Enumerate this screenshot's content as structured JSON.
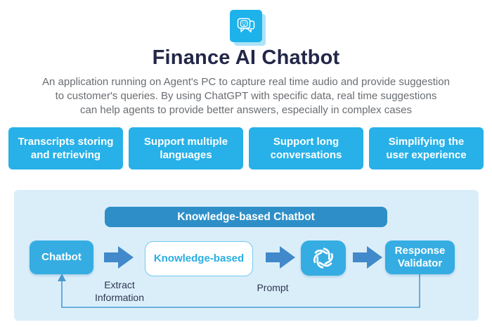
{
  "header": {
    "icon": "chat-bubbles-icon",
    "title": "Finance AI Chatbot",
    "description_lines": [
      "An application running on Agent's PC to capture real time audio and provide suggestion",
      "to customer's queries. By using ChatGPT with specific data, real time suggestions",
      "can help agents to provide better answers, especially in complex cases"
    ]
  },
  "features": [
    {
      "lines": [
        "Transcripts storing",
        "and retrieving"
      ]
    },
    {
      "lines": [
        "Support multiple",
        "languages"
      ]
    },
    {
      "lines": [
        "Support long",
        "conversations"
      ]
    },
    {
      "lines": [
        "Simplifying the",
        "user experience"
      ]
    }
  ],
  "diagram": {
    "title": "Knowledge-based Chatbot",
    "nodes": {
      "chatbot": {
        "label": "Chatbot"
      },
      "knowledge": {
        "label": "Knowledge-based"
      },
      "openai": {
        "icon": "openai-logo"
      },
      "validator": {
        "lines": [
          "Response",
          "Validator"
        ]
      }
    },
    "edge_labels": {
      "extract": {
        "lines": [
          "Extract",
          "Information"
        ]
      },
      "prompt": "Prompt"
    }
  },
  "colors": {
    "cyan": "#27b1e8",
    "node_cyan": "#35ade2",
    "header_bar_blue": "#2e8fc8",
    "block_arrow_blue": "#4189ca",
    "panel_background": "#daeefa",
    "title_navy": "#232747",
    "description_gray": "#696d72",
    "knowledge_text_cyan": "#2aaee4",
    "feedback_line_blue": "#4a9ad2"
  }
}
